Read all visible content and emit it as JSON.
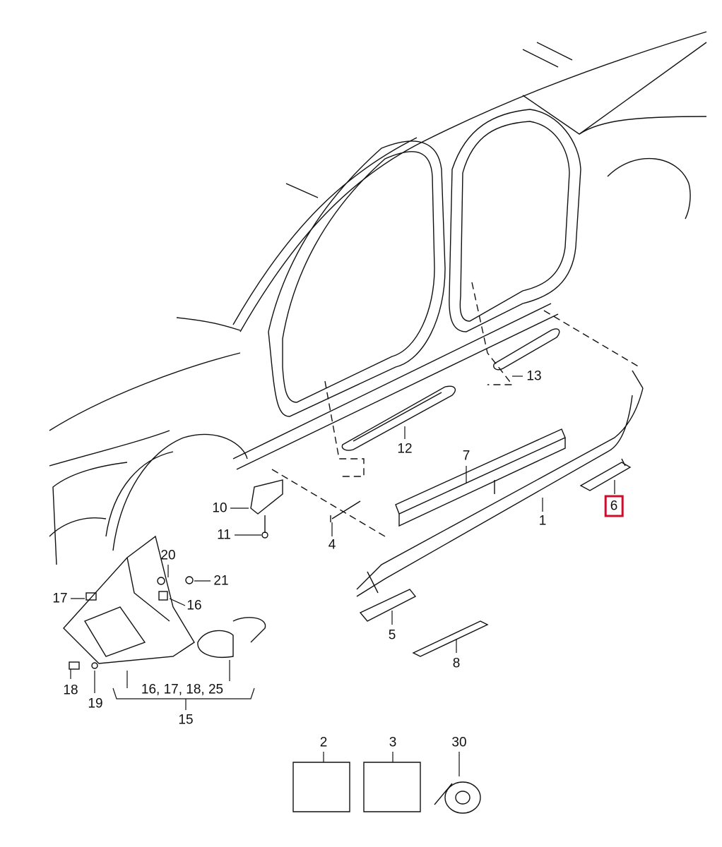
{
  "diagram": {
    "highlight_color": "#c8102e",
    "highlighted_part": "6",
    "labels": {
      "p1": "1",
      "p2": "2",
      "p3": "3",
      "p4": "4",
      "p5": "5",
      "p6": "6",
      "p7": "7",
      "p8": "8",
      "p10": "10",
      "p11": "11",
      "p12": "12",
      "p13": "13",
      "p15": "15",
      "p15_group": "16, 17, 18, 25",
      "p16": "16",
      "p17": "17",
      "p18": "18",
      "p19": "19",
      "p20": "20",
      "p21": "21",
      "p30": "30"
    }
  }
}
